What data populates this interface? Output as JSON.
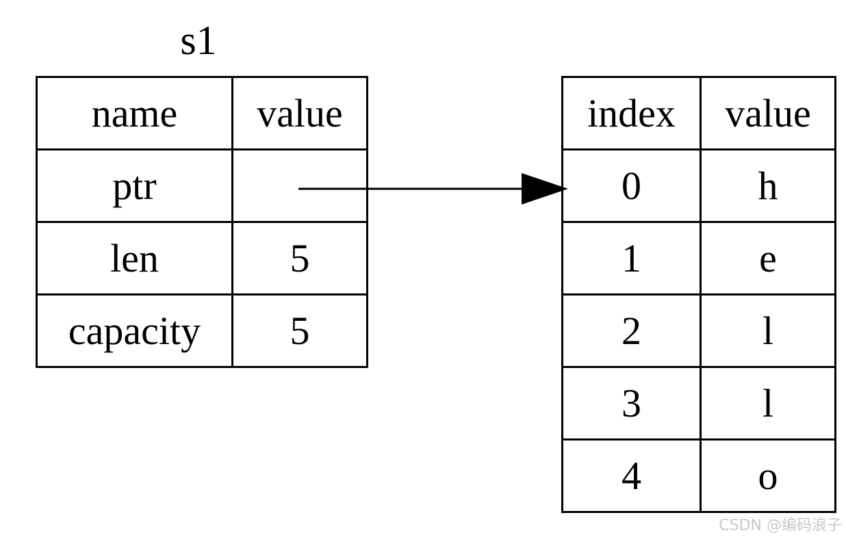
{
  "s1_label": "s1",
  "string_struct": {
    "headers": {
      "name": "name",
      "value": "value"
    },
    "rows": [
      {
        "name": "ptr",
        "value": ""
      },
      {
        "name": "len",
        "value": "5"
      },
      {
        "name": "capacity",
        "value": "5"
      }
    ]
  },
  "heap_buffer": {
    "headers": {
      "index": "index",
      "value": "value"
    },
    "rows": [
      {
        "index": "0",
        "value": "h"
      },
      {
        "index": "1",
        "value": "e"
      },
      {
        "index": "2",
        "value": "l"
      },
      {
        "index": "3",
        "value": "l"
      },
      {
        "index": "4",
        "value": "o"
      }
    ]
  },
  "watermark": "CSDN @编码浪子"
}
